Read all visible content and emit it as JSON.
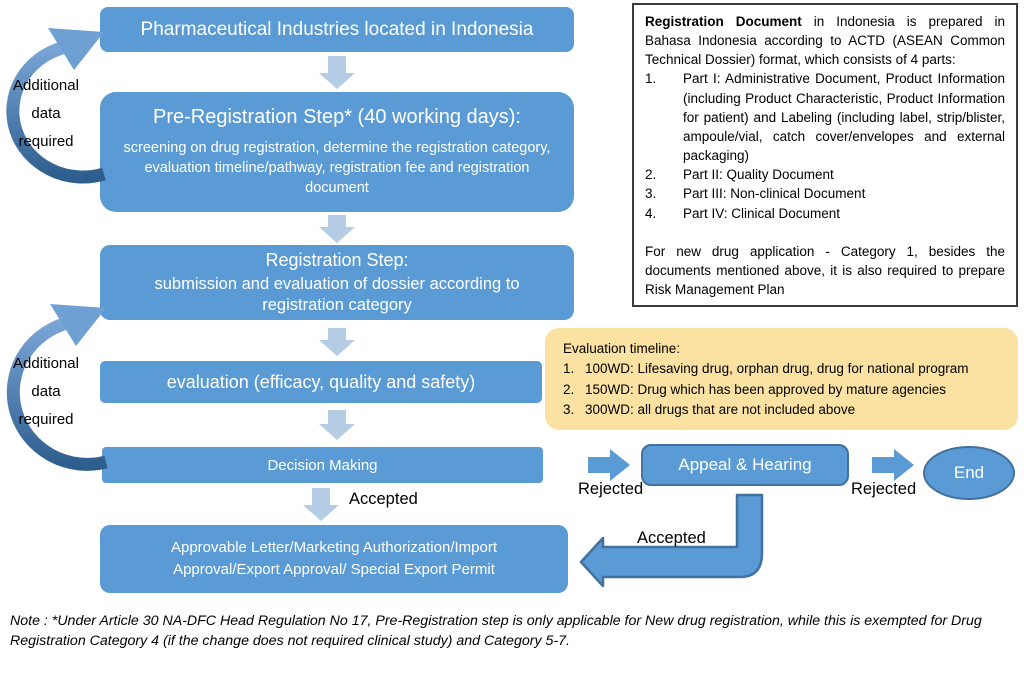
{
  "colors": {
    "node_blue": "#5b9bd5",
    "node_border_blue": "#41719c",
    "connector_light_blue": "#b5cce5",
    "loop_arrow_gradient_top": "#78a5d6",
    "loop_arrow_gradient_bottom": "#2e5e8e",
    "panel_yellow": "#fbe2a2",
    "panel_border_dark": "#3b3b3b",
    "text_white": "#ffffff",
    "text_black": "#000000"
  },
  "flow": {
    "pharma_box": "Pharmaceutical Industries located in Indonesia",
    "prereg_title": "Pre-Registration Step* (40 working days):",
    "prereg_body": "screening on drug registration, determine the registration category, evaluation timeline/pathway, registration fee and registration document",
    "reg_title": "Registration Step:",
    "reg_body": "submission and evaluation of dossier according to registration category",
    "evaluation_box": "evaluation (efficacy, quality and safety)",
    "decision_box": "Decision Making",
    "approval_box": "Approvable Letter/Marketing Authorization/Import Approval/Export Approval/ Special Export Permit",
    "appeal_box": "Appeal & Hearing",
    "end_node": "End",
    "additional_data_label": "Additional\ndata\nrequired",
    "accepted_label_1": "Accepted",
    "accepted_label_2": "Accepted",
    "rejected_label_1": "Rejected",
    "rejected_label_2": "Rejected"
  },
  "registration_document_panel": {
    "lead_bold": "Registration Document",
    "lead_rest": " in Indonesia is prepared in Bahasa Indonesia according to ACTD (ASEAN Common Technical Dossier) format, which consists of 4 parts:",
    "items": [
      {
        "num": "1.",
        "text": "Part I: Administrative Document, Product Information (including Product Characteristic, Product Information for patient) and Labeling (including label, strip/blister, ampoule/vial, catch cover/envelopes and external packaging)"
      },
      {
        "num": "2.",
        "text": "Part II: Quality Document"
      },
      {
        "num": "3.",
        "text": "Part III: Non-clinical Document"
      },
      {
        "num": "4.",
        "text": "Part IV: Clinical Document"
      }
    ],
    "footer": "For new drug application - Category 1, besides the documents mentioned above, it is also required to prepare Risk Management Plan"
  },
  "evaluation_timeline_panel": {
    "title": "Evaluation timeline:",
    "items": [
      {
        "num": "1.",
        "text": "100WD: Lifesaving drug, orphan drug, drug for national program"
      },
      {
        "num": "2.",
        "text": "150WD: Drug which has been approved by mature agencies"
      },
      {
        "num": "3.",
        "text": "300WD: all drugs that are not included above"
      }
    ]
  },
  "note": "Note : *Under Article 30 NA-DFC Head Regulation No 17, Pre-Registration step is only applicable for New drug registration, while this is exempted for Drug Registration Category 4 (if the change does not required clinical study) and Category 5-7."
}
